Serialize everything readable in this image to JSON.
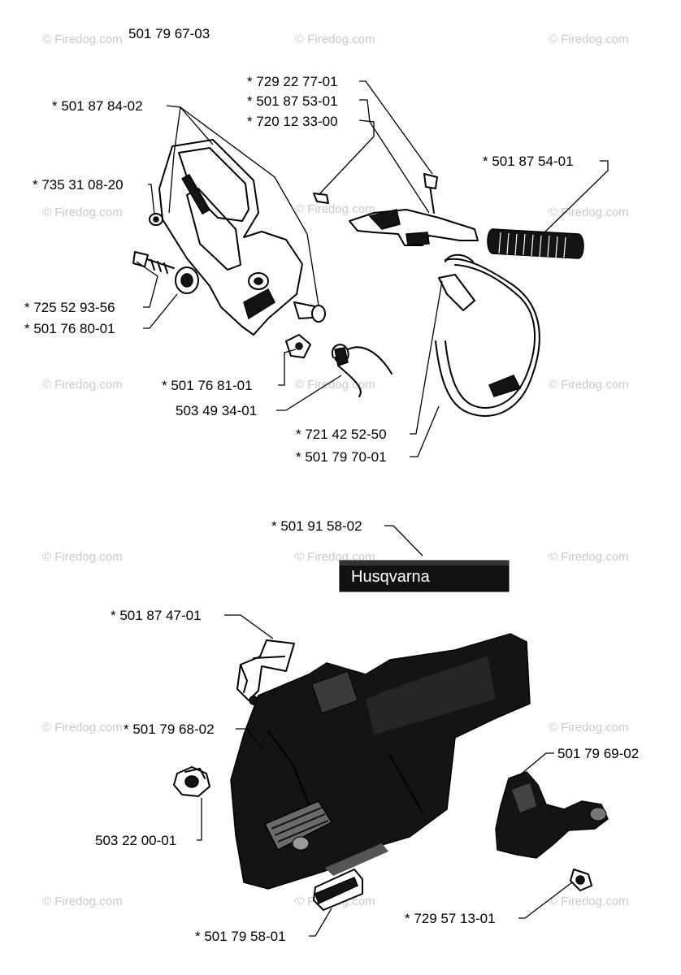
{
  "watermark": "© Firedog.com",
  "title_part_number": "501 79 67-03",
  "decal_text": "Husqvarna",
  "parts": [
    {
      "id": "p1",
      "label": "* 729 22 77-01"
    },
    {
      "id": "p2",
      "label": "* 501 87 53-01"
    },
    {
      "id": "p3",
      "label": "* 720 12 33-00"
    },
    {
      "id": "p4",
      "label": "* 501 87 84-02"
    },
    {
      "id": "p5",
      "label": "* 501 87 54-01"
    },
    {
      "id": "p6",
      "label": "* 735 31 08-20"
    },
    {
      "id": "p7",
      "label": "* 725 52 93-56"
    },
    {
      "id": "p8",
      "label": "* 501 76 80-01"
    },
    {
      "id": "p9",
      "label": "* 501 76 81-01"
    },
    {
      "id": "p10",
      "label": "503 49 34-01"
    },
    {
      "id": "p11",
      "label": "* 721 42 52-50"
    },
    {
      "id": "p12",
      "label": "* 501 79 70-01"
    },
    {
      "id": "p13",
      "label": "* 501 91 58-02"
    },
    {
      "id": "p14",
      "label": "* 501 87 47-01"
    },
    {
      "id": "p15",
      "label": "* 501 79 68-02"
    },
    {
      "id": "p16",
      "label": "501 79 69-02"
    },
    {
      "id": "p17",
      "label": "503 22 00-01"
    },
    {
      "id": "p18",
      "label": "* 729 57 13-01"
    },
    {
      "id": "p19",
      "label": "* 501 79 58-01"
    }
  ]
}
